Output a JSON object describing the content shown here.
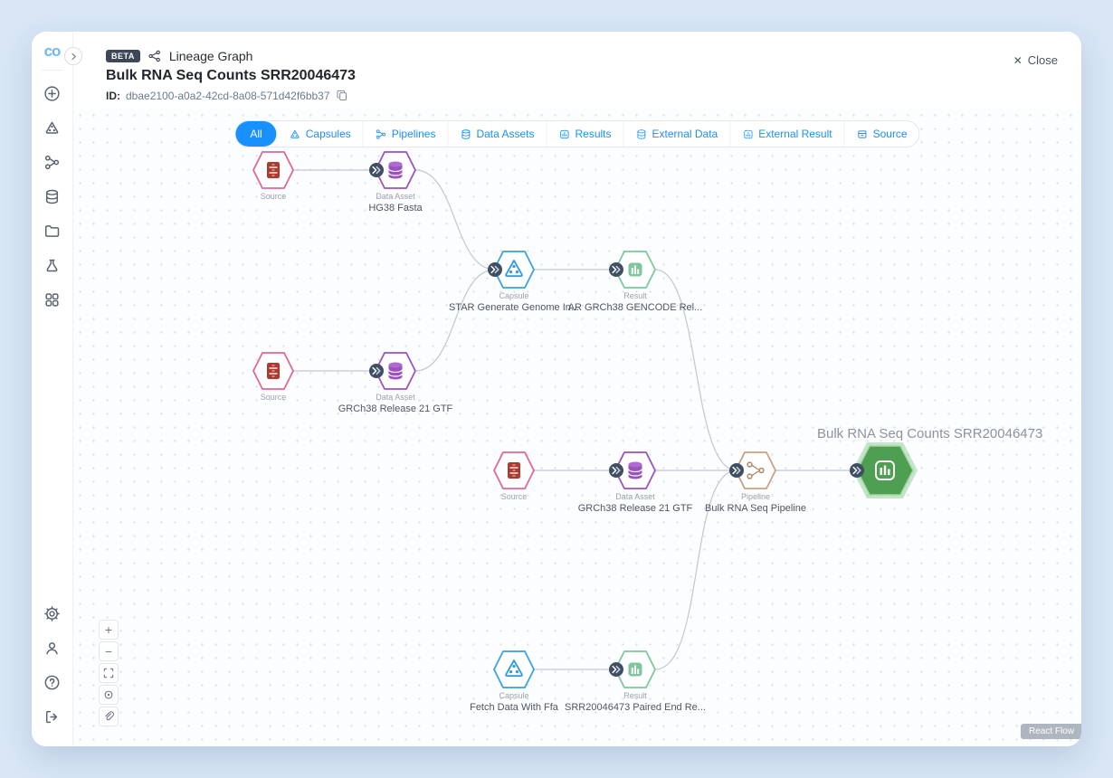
{
  "colors": {
    "accent": "#1890ff",
    "source": "#e0669a",
    "data_asset": "#9b51c0",
    "capsule": "#3d9fe0",
    "result": "#7cc79b",
    "pipeline": "#c9a284",
    "highlight": "#4f9f52"
  },
  "sidebar": {
    "logo": "co"
  },
  "header": {
    "beta_badge": "BETA",
    "title": "Lineage Graph",
    "doc_title": "Bulk RNA Seq Counts SRR20046473",
    "id_label": "ID:",
    "id_value": "dbae2100-a0a2-42cd-8a08-571d42f6bb37",
    "close": {
      "icon": "✕",
      "label": "Close"
    }
  },
  "filters": {
    "items": [
      {
        "label": "All",
        "selected": true
      },
      {
        "label": "Capsules"
      },
      {
        "label": "Pipelines"
      },
      {
        "label": "Data Assets"
      },
      {
        "label": "Results"
      },
      {
        "label": "External Data"
      },
      {
        "label": "External Result"
      },
      {
        "label": "Source"
      }
    ]
  },
  "graph": {
    "selected": {
      "title": "Bulk RNA Seq Counts SRR20046473"
    },
    "nodes": [
      {
        "type": "Source",
        "name": ""
      },
      {
        "type": "Data Asset",
        "name": "HG38 Fasta"
      },
      {
        "type": "Source",
        "name": ""
      },
      {
        "type": "Data Asset",
        "name": "GRCh38 Release 21 GTF"
      },
      {
        "type": "Capsule",
        "name": "STAR Generate Genome In..."
      },
      {
        "type": "Result",
        "name": "AR GRCh38 GENCODE Rel..."
      },
      {
        "type": "Source",
        "name": ""
      },
      {
        "type": "Data Asset",
        "name": "GRCh38 Release 21 GTF"
      },
      {
        "type": "Pipeline",
        "name": "Bulk RNA Seq Pipeline"
      },
      {
        "type": "Result",
        "name": "Bulk RNA Seq Counts SRR20046473",
        "highlighted": true
      },
      {
        "type": "Capsule",
        "name": "Fetch Data With Ffa"
      },
      {
        "type": "Result",
        "name": "SRR20046473 Paired End Re..."
      }
    ]
  },
  "controls": {
    "zoom_in": "+",
    "zoom_out": "−"
  },
  "watermark": "React Flow"
}
